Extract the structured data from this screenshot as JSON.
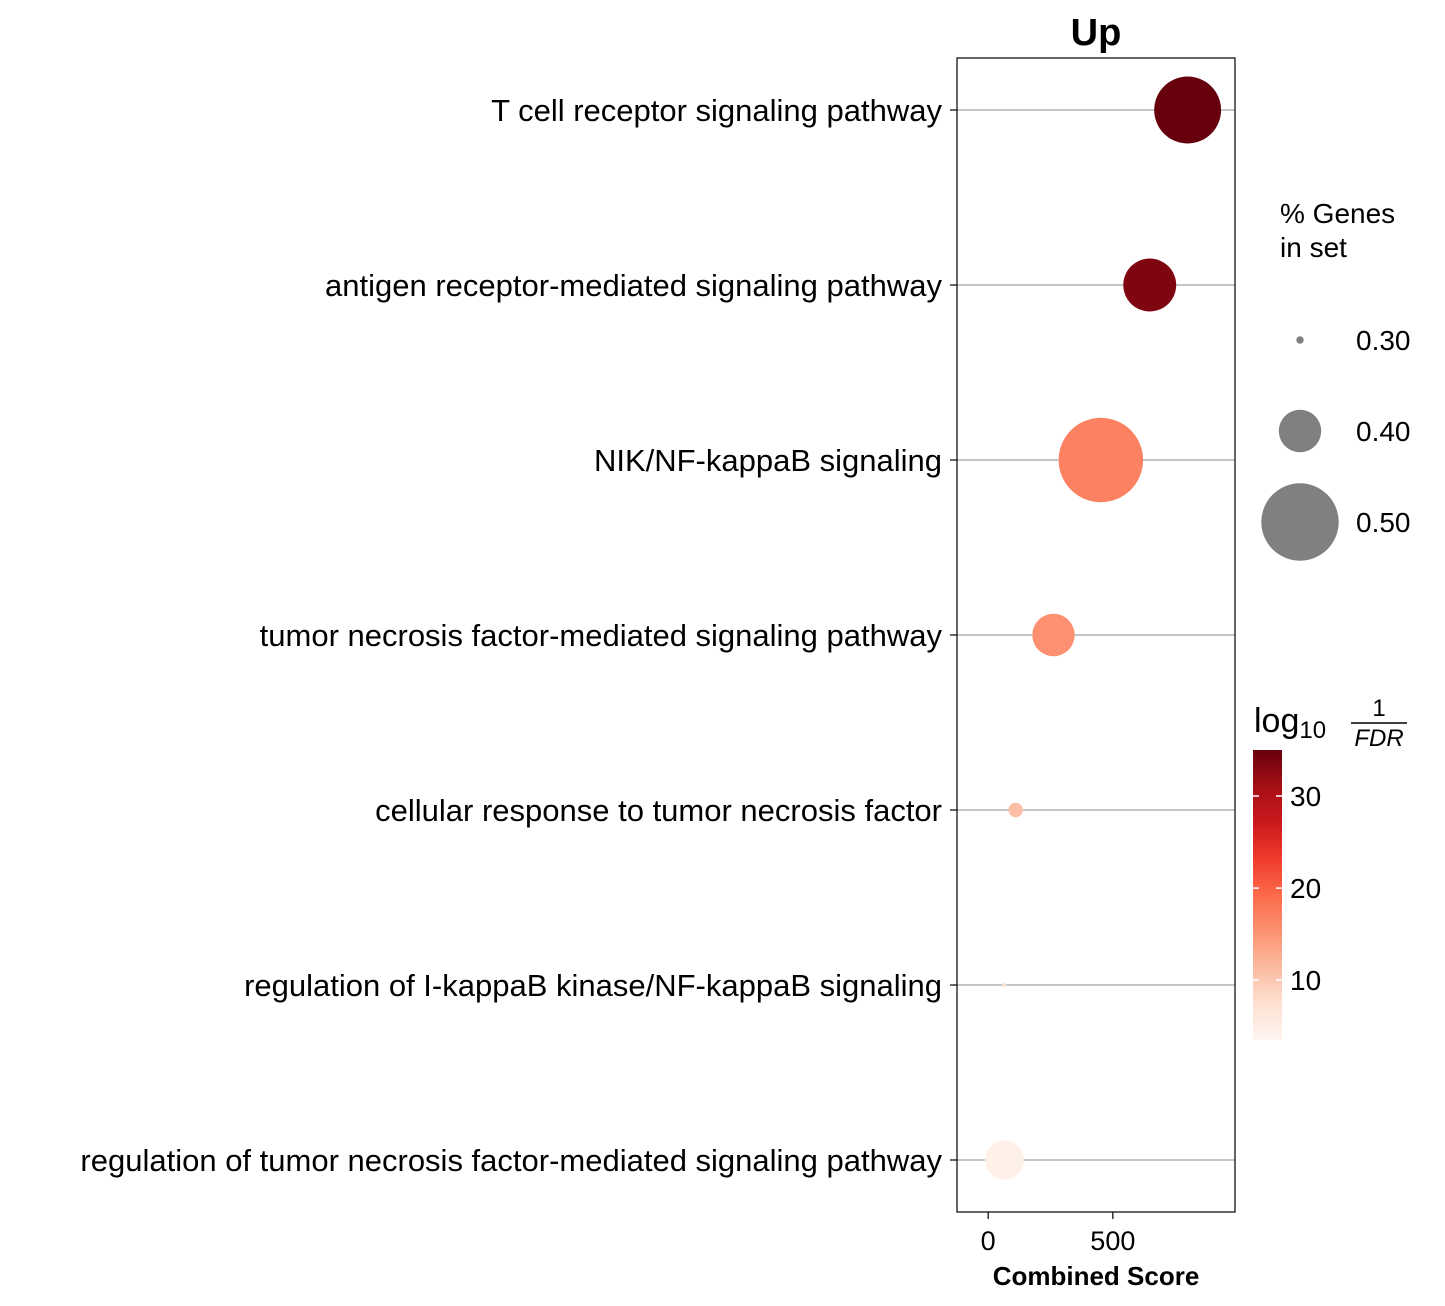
{
  "chart_data": {
    "type": "scatter",
    "title": "Up",
    "xlabel": "Combined Score",
    "ylabel": "",
    "xlim": [
      -125,
      990
    ],
    "x_ticks": [
      0,
      500
    ],
    "x_tick_labels": [
      "0",
      "500"
    ],
    "categories": [
      "T cell receptor signaling pathway",
      "antigen receptor-mediated signaling pathway",
      "NIK/NF-kappaB signaling",
      "tumor necrosis factor-mediated signaling pathway",
      "cellular response to tumor necrosis factor",
      "regulation of I-kappaB kinase/NF-kappaB signaling",
      "regulation of tumor necrosis factor-mediated signaling pathway"
    ],
    "points": [
      {
        "term": "T cell receptor signaling pathway",
        "combined_score": 800,
        "pct_genes": 0.47,
        "log10_inv_fdr": 35
      },
      {
        "term": "antigen receptor-mediated signaling pathway",
        "combined_score": 648,
        "pct_genes": 0.43,
        "log10_inv_fdr": 33.5
      },
      {
        "term": "NIK/NF-kappaB signaling",
        "combined_score": 452,
        "pct_genes": 0.52,
        "log10_inv_fdr": 17
      },
      {
        "term": "tumor necrosis factor-mediated signaling pathway",
        "combined_score": 262,
        "pct_genes": 0.4,
        "log10_inv_fdr": 15.5
      },
      {
        "term": "cellular response to tumor necrosis factor",
        "combined_score": 110,
        "pct_genes": 0.32,
        "log10_inv_fdr": 11
      },
      {
        "term": "regulation of I-kappaB kinase/NF-kappaB signaling",
        "combined_score": 65,
        "pct_genes": 0.29,
        "log10_inv_fdr": 7
      },
      {
        "term": "regulation of tumor necrosis factor-mediated signaling pathway",
        "combined_score": 65,
        "pct_genes": 0.39,
        "log10_inv_fdr": 4.5
      }
    ],
    "grid": "horizontal",
    "size_legend": {
      "title_lines": [
        "% Genes",
        "in set"
      ],
      "values": [
        0.3,
        0.4,
        0.5
      ],
      "labels": [
        "0.30",
        "0.40",
        "0.50"
      ],
      "color": "#808080"
    },
    "color_legend": {
      "title_main": "log",
      "title_sub": "10",
      "title_num": "1",
      "title_den": "FDR",
      "range": [
        3.5,
        35
      ],
      "ticks": [
        10,
        20,
        30
      ],
      "tick_labels": [
        "10",
        "20",
        "30"
      ],
      "colormap": "Reds",
      "stops": [
        "#fff5f0",
        "#fee0d2",
        "#fcbba1",
        "#fc9272",
        "#fb6a4a",
        "#ef3b2c",
        "#cb181d",
        "#a50f15",
        "#67000d"
      ]
    }
  }
}
